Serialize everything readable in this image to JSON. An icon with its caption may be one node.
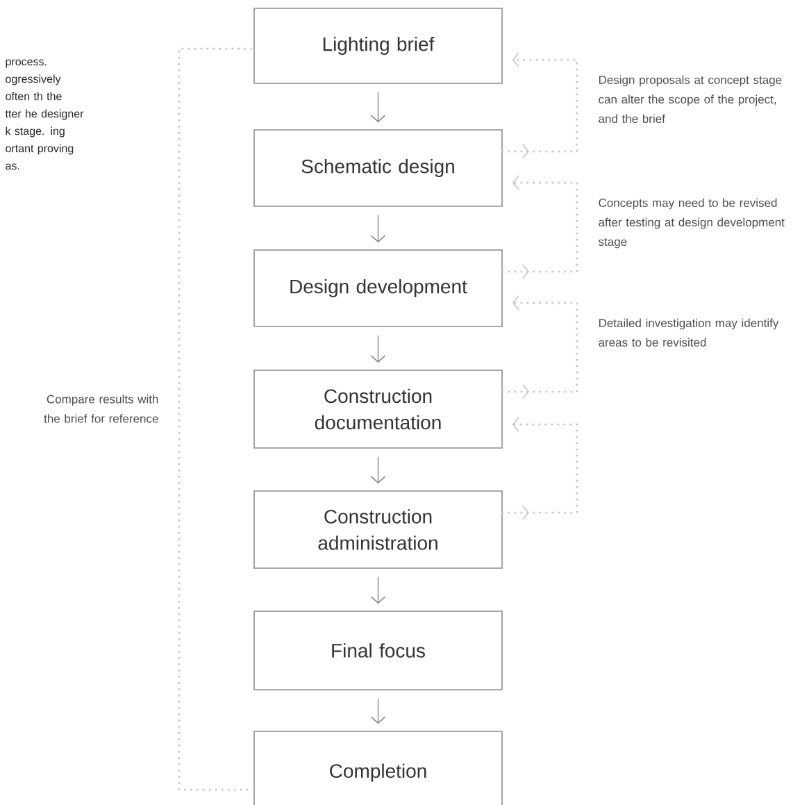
{
  "diagram": {
    "nodes": [
      {
        "text": [
          "Lighting brief"
        ]
      },
      {
        "text": [
          "Schematic design"
        ]
      },
      {
        "text": [
          "Design development"
        ]
      },
      {
        "text": [
          "Construction documentation"
        ]
      },
      {
        "text": [
          "Construction administration"
        ]
      },
      {
        "text": [
          "Final focus"
        ]
      },
      {
        "text": [
          "Completion"
        ]
      }
    ],
    "edges": [
      {
        "from": 0,
        "to": 1,
        "arrow": "to"
      },
      {
        "from": 1,
        "to": 2,
        "arrow": "to"
      },
      {
        "from": 2,
        "to": 3,
        "arrow": "to"
      },
      {
        "from": 3,
        "to": 4,
        "arrow": "to"
      },
      {
        "from": 4,
        "to": 5,
        "arrow": "to"
      },
      {
        "from": 5,
        "to": 6,
        "arrow": "to"
      },
      {
        "from": 1,
        "to": 0,
        "arrow": "to",
        "style": "dashed",
        "color": "#c4c4c4",
        "label": "Design proposals at concept stage can alter the scope of the project, and the brief"
      },
      {
        "from": 2,
        "to": 1,
        "arrow": "to",
        "style": "dashed",
        "color": "#c4c4c4",
        "label": "Concepts may need to be revised after testing at design development stage"
      },
      {
        "from": 3,
        "to": 2,
        "arrow": "to",
        "style": "dashed",
        "color": "#c4c4c4",
        "label": "Detailed investigation may identify areas to be revisited"
      },
      {
        "from": 4,
        "to": 3,
        "arrow": "to",
        "style": "dashed",
        "color": "#c4c4c4"
      },
      {
        "from": 6,
        "to": 0,
        "arrow": "none",
        "style": "dashed",
        "color": "#c4c4c4",
        "label": "Compare results with the brief for reference"
      }
    ],
    "labels": [
      "process. ogressively often th the tter he designer k stage. ing ortant proving as."
    ]
  }
}
